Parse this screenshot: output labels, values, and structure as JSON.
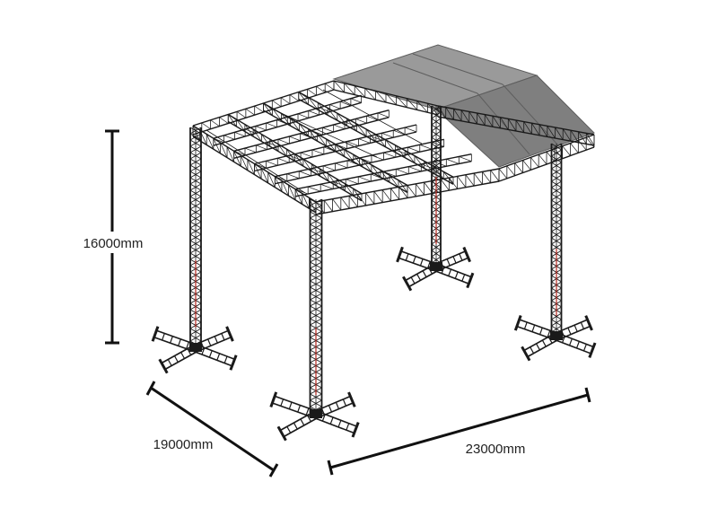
{
  "dimensions": {
    "height": {
      "label": "16000mm",
      "value_mm": 16000
    },
    "depth": {
      "label": "19000mm",
      "value_mm": 19000
    },
    "width": {
      "label": "23000mm",
      "value_mm": 23000
    }
  },
  "colors": {
    "truss": "#1a1a1a",
    "roof_cover": "#8a8a8a",
    "roof_edge": "#5e5e5e",
    "accent_red": "#b3261e",
    "dimension_line": "#111111"
  }
}
